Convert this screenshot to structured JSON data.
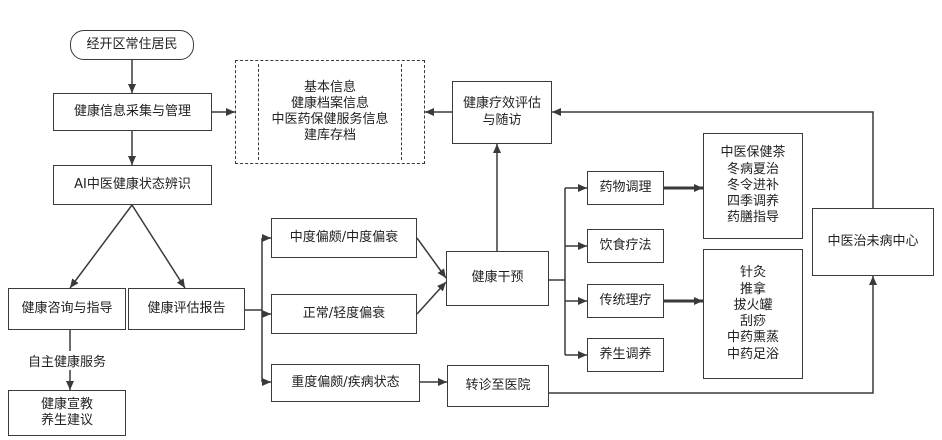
{
  "nodes": {
    "residents": "经开区常住居民",
    "collect": "健康信息采集与管理",
    "info": [
      "基本信息",
      "健康档案信息",
      "中医药保健服务信息",
      "建库存档"
    ],
    "evaluate": [
      "健康疗效评估",
      "与随访"
    ],
    "ai": "AI中医健康状态辨识",
    "consult": "健康咨询与指导",
    "report": "健康评估报告",
    "self_service": "自主健康服务",
    "education": [
      "健康宣教",
      "养生建议"
    ],
    "moderate": "中度偏颇/中度偏衰",
    "normal": "正常/轻度偏衰",
    "severe": "重度偏颇/疾病状态",
    "intervene": "健康干预",
    "transfer": "转诊至医院",
    "drug": "药物调理",
    "diet": "饮食疗法",
    "therapy": "传统理疗",
    "wellness": "养生调养",
    "care": [
      "中医保健茶",
      "冬病夏治",
      "冬令进补",
      "四季调养",
      "药膳指导"
    ],
    "methods": [
      "针灸",
      "推拿",
      "拔火罐",
      "刮痧",
      "中药熏蒸",
      "中药足浴"
    ],
    "center": "中医治未病中心"
  },
  "colors": {
    "line": "#3a3a3a",
    "text": "#222222"
  }
}
